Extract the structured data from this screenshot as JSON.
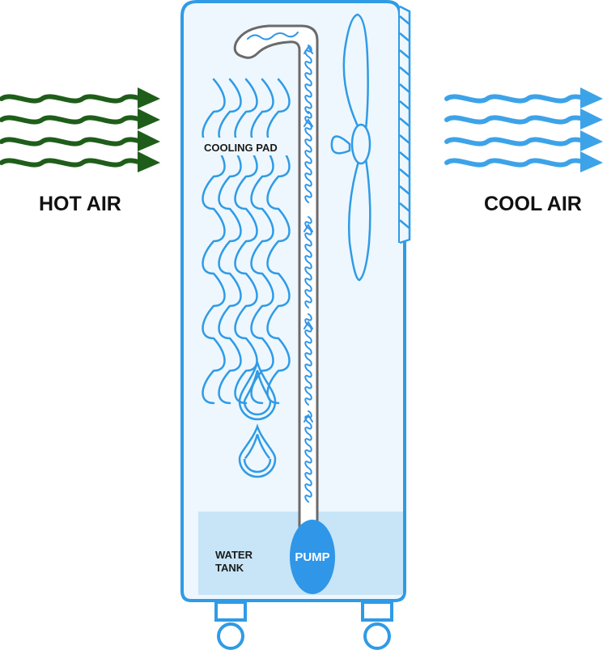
{
  "labels": {
    "hot_air": "HOT AIR",
    "cool_air": "COOL AIR",
    "cooling_pad": "COOLING PAD",
    "water_tank_line1": "WATER",
    "water_tank_line2": "TANK",
    "pump": "PUMP"
  },
  "colors": {
    "hot_air": "#1f5e1a",
    "cool_air": "#3da3e8",
    "unit_outline": "#2f9be6",
    "unit_fill": "#eef7fd",
    "water": "#c7e5f7",
    "pipe_outline": "#6a6a6a",
    "pipe_fill": "#ffffff",
    "pump": "#2f96e8"
  },
  "icons": {
    "hot_air_arrows": "wavy-arrow-icon",
    "cool_air_arrows": "wavy-arrow-icon",
    "fan": "fan-icon",
    "drops": "water-drop-icon"
  }
}
